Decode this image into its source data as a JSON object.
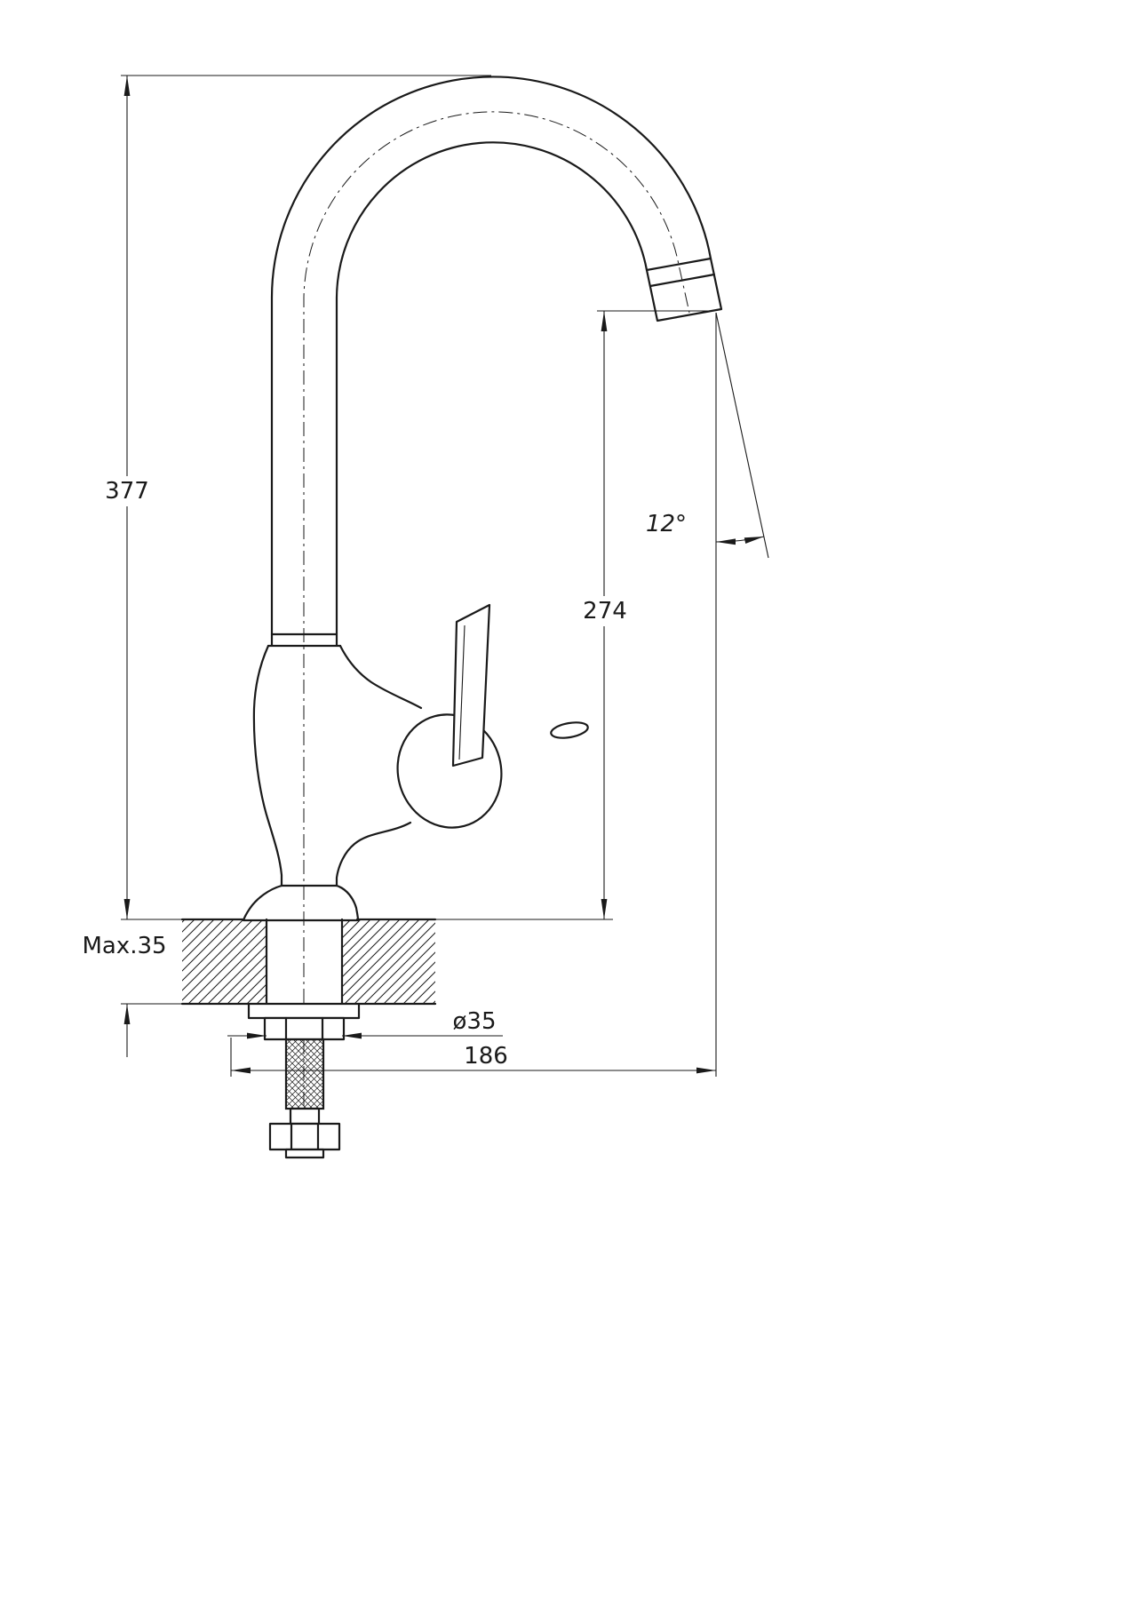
{
  "drawing": {
    "background": "#ffffff",
    "line_color": "#1a1a1a",
    "subject": "kitchen-faucet-dimension-drawing"
  },
  "dimensions": {
    "total_height": {
      "label": "377"
    },
    "outlet_height": {
      "label": "274"
    },
    "outlet_angle": {
      "label": "12°"
    },
    "max_mounting_thickness": {
      "label": "Max.35"
    },
    "hole_diameter": {
      "label": "ø35"
    },
    "spout_reach": {
      "label": "186"
    }
  }
}
